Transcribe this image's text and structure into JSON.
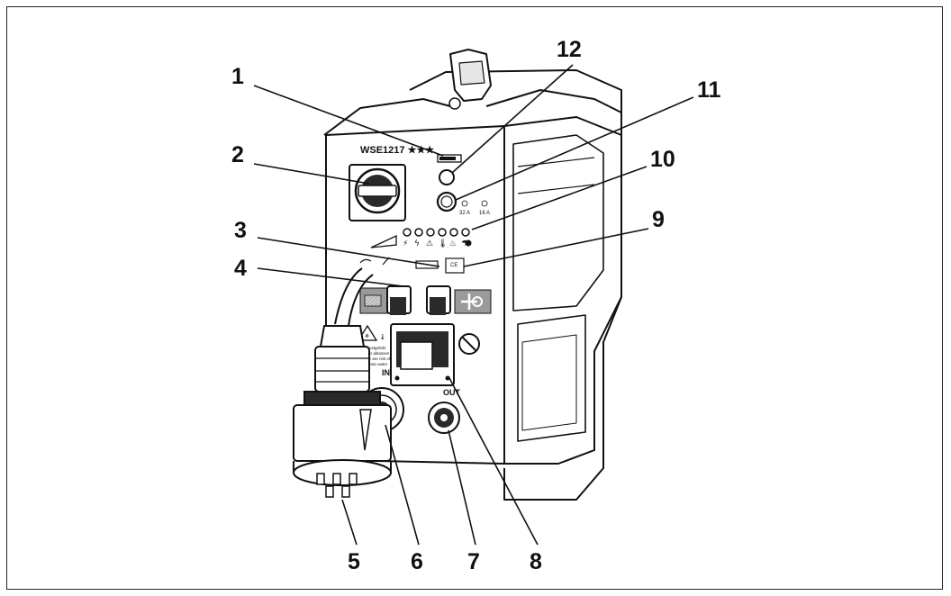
{
  "device": {
    "model_label": "WSE1217 ★★★",
    "fuse_labels": [
      "32 A",
      "16 A"
    ],
    "port_in_label": "IN",
    "port_out_label": "OUT",
    "ce_mark": "CE",
    "warning_text_lines": [
      "Bei Frostgefahr",
      "Wasser ablassen",
      "If there are risk of",
      "frost drain water"
    ]
  },
  "callouts": [
    {
      "id": "1",
      "label": "1"
    },
    {
      "id": "2",
      "label": "2"
    },
    {
      "id": "3",
      "label": "3"
    },
    {
      "id": "4",
      "label": "4"
    },
    {
      "id": "5",
      "label": "5"
    },
    {
      "id": "6",
      "label": "6"
    },
    {
      "id": "7",
      "label": "7"
    },
    {
      "id": "8",
      "label": "8"
    },
    {
      "id": "9",
      "label": "9"
    },
    {
      "id": "10",
      "label": "10"
    },
    {
      "id": "11",
      "label": "11"
    },
    {
      "id": "12",
      "label": "12"
    }
  ],
  "colors": {
    "line": "#111111",
    "gray_panel": "#9a9a9a",
    "body": "#ffffff",
    "dark": "#2a2a2a"
  }
}
